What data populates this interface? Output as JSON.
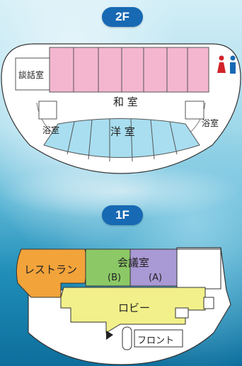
{
  "floors": {
    "f2": {
      "badge": "2F",
      "rooms": {
        "lounge": "談話室",
        "japanese": "和 室",
        "western": "洋 室",
        "bath_left": "浴室",
        "bath_right": "浴室"
      }
    },
    "f1": {
      "badge": "1F",
      "rooms": {
        "restaurant": "レストラン",
        "conference": "会議室",
        "conf_b": "(B)",
        "conf_a": "(A)",
        "lobby": "ロビー",
        "front": "フロント"
      }
    }
  },
  "icons": [
    "restroom-icon",
    "male-icon",
    "female-icon",
    "entrance-arrow-icon"
  ],
  "colors": {
    "badge": "#1769b3",
    "japanese_room": "#f4b6cf",
    "western_room": "#a8def0",
    "restaurant": "#f2a33a",
    "conference_b": "#8cc966",
    "conference_a": "#a999d4",
    "lobby": "#f2f08a",
    "male": "#1769b3",
    "female": "#d2232a"
  }
}
